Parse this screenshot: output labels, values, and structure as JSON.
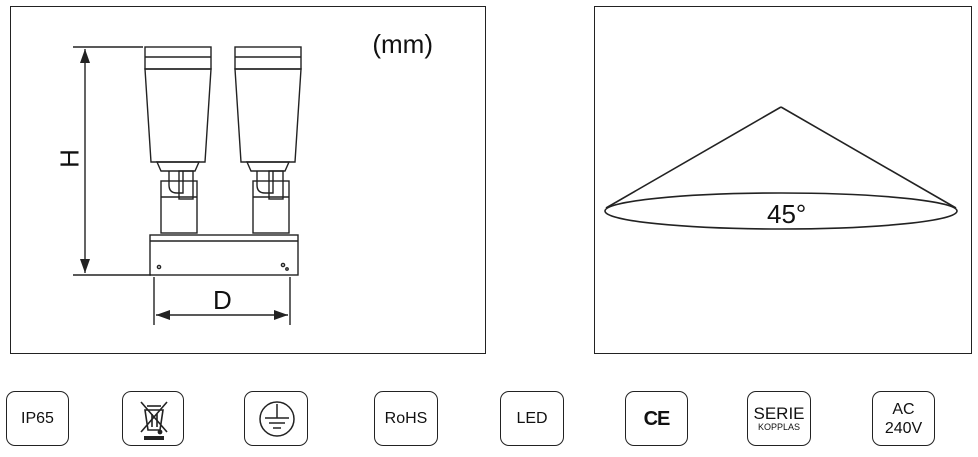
{
  "dimension_panel": {
    "unit_label": "(mm)",
    "height_label": "H",
    "depth_label": "D"
  },
  "beam_panel": {
    "angle_label": "45°"
  },
  "certifications": [
    {
      "label": "IP65",
      "icon": "ip65-icon"
    },
    {
      "label": "",
      "icon": "weee-crossed-bin-icon"
    },
    {
      "label": "",
      "icon": "earth-ground-icon"
    },
    {
      "label": "RoHS",
      "icon": "rohs-icon"
    },
    {
      "label": "LED",
      "icon": "led-icon"
    },
    {
      "label": "CE",
      "icon": "ce-mark-icon"
    },
    {
      "label": "SERIE",
      "sublabel": "KOPPLAS",
      "icon": "serie-kopplas-icon"
    },
    {
      "label": "AC",
      "sublabel": "240V",
      "icon": "ac-240v-icon"
    }
  ]
}
